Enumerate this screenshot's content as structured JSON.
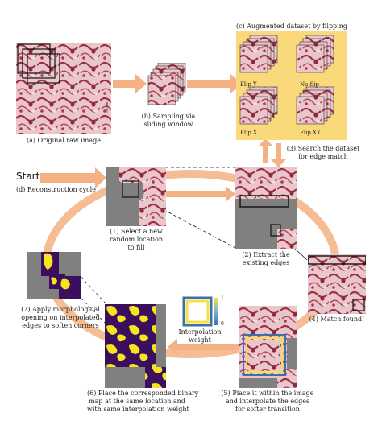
{
  "panel_a": {
    "caption": "(a) Original raw image",
    "scale_text": "100 μm"
  },
  "panel_b": {
    "caption_line1": "(b) Sampling via",
    "caption_line2": "sliding window"
  },
  "panel_c": {
    "title": "(c) Augmented dataset by flipping",
    "flips": [
      "Flip Y",
      "No flip",
      "Flip X",
      "Flip XY"
    ],
    "bg_color": "#f9d97a"
  },
  "step3": {
    "line1": "(3) Search the dataset",
    "line2": "for edge match"
  },
  "start": {
    "label": "Start"
  },
  "cycle": {
    "label": "(d) Reconstruction cycle"
  },
  "step1": {
    "line1": "(1) Select a new",
    "line2": "random location",
    "line3": "to fill"
  },
  "step2": {
    "line1": "(2) Extract the",
    "line2": "existing edges"
  },
  "step4": {
    "label": "(4) Match found!"
  },
  "step5": {
    "line1": "(5) Place it within the image",
    "line2": "and interpolate the edges",
    "line3": "for softer transition"
  },
  "step6": {
    "line1": "(6) Place the corresponded binary",
    "line2": "map at the same location and",
    "line3": "with same interpolation weight"
  },
  "step7": {
    "line1": "(7) Apply morphological",
    "line2": "opening on interpolated",
    "line3": "edges to soften corners"
  },
  "weight": {
    "line1": "Interpolation",
    "line2": "weight",
    "max": "1",
    "min": "0"
  },
  "colors": {
    "arrow": "#f4b183",
    "tissue": "#b5495b",
    "gray": "#808080",
    "mask_dark": "#3b0f5e",
    "mask_yellow": "#f7e51b"
  }
}
